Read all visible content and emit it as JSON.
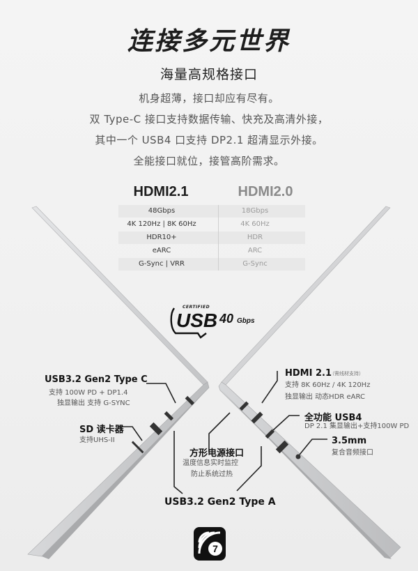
{
  "header": {
    "title": "连接多元世界",
    "subtitle": "海量高规格接口",
    "copy": [
      "机身超薄，接口却应有尽有。",
      "双 Type-C 接口支持数据传输、快充及高清外接，",
      "其中一个 USB4 口支持 DP2.1 超清显示外接。",
      "全能接口就位，接管高阶需求。"
    ]
  },
  "comparison": {
    "col_a": "HDMI2.1",
    "col_b": "HDMI2.0",
    "rows": [
      {
        "a": "48Gbps",
        "b": "18Gbps"
      },
      {
        "a": "4K 120Hz | 8K 60Hz",
        "b": "4K 60Hz"
      },
      {
        "a": "HDR10+",
        "b": "HDR"
      },
      {
        "a": "eARC",
        "b": "ARC"
      },
      {
        "a": "G-Sync | VRR",
        "b": "G-Sync"
      }
    ]
  },
  "usb_logo": {
    "certified": "CERTIFIED",
    "word": "USB",
    "speed": "40",
    "unit": "Gbps"
  },
  "ports_left": {
    "typec": {
      "title": "USB3.2 Gen2 Type C",
      "line1": "支持 100W PD + DP1.4",
      "line2": "独显输出 支持 G-SYNC"
    },
    "sd": {
      "title": "SD 读卡器",
      "line1": "支持UHS-II"
    },
    "dc": {
      "title": "方形电源接口",
      "line1": "温度信息实时监控",
      "line2": "防止系统过热"
    },
    "usba": {
      "title": "USB3.2 Gen2 Type A"
    }
  },
  "ports_right": {
    "hdmi": {
      "title": "HDMI 2.1",
      "note": "（需线材支持）",
      "line1": "支持 8K 60Hz / 4K 120Hz",
      "line2": "独显输出 动态HDR eARC"
    },
    "usb4": {
      "title": "全功能 USB4",
      "line1": "DP 2.1 集显输出+支持100W PD"
    },
    "jack": {
      "title": "3.5mm",
      "line1": "复合音频接口"
    }
  },
  "wifi_badge": {
    "number": "7"
  },
  "colors": {
    "laptop": "#c9cacc",
    "laptop_edge": "#a7a8aa",
    "text_dark": "#1d1d1d",
    "text_muted": "#555555"
  }
}
